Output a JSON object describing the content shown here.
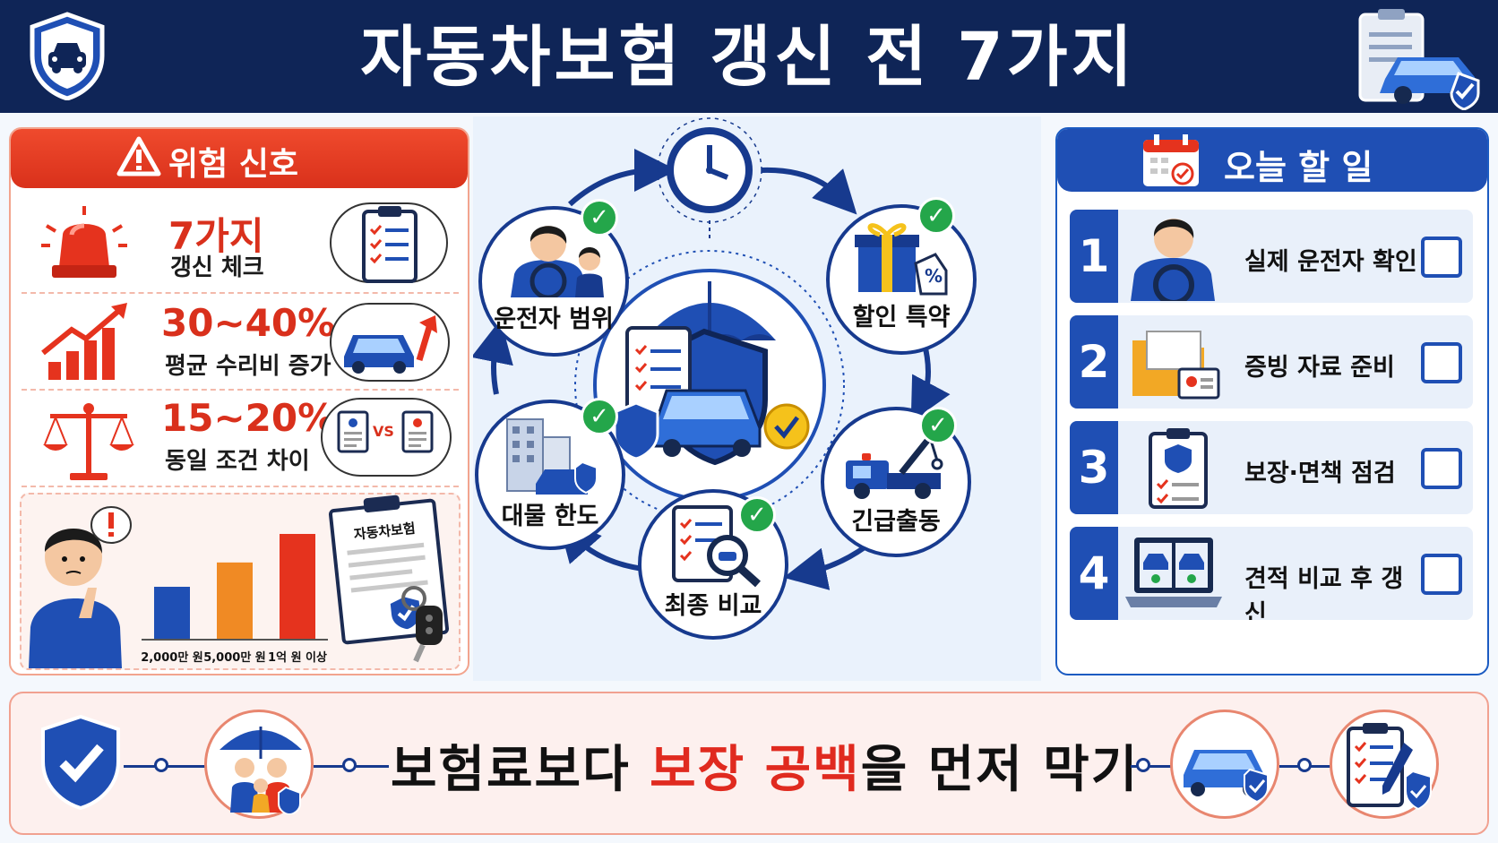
{
  "header": {
    "title": "자동차보험 갱신 전 7가지"
  },
  "risk_panel": {
    "title": "위험 신호",
    "rows": [
      {
        "value": "7가지",
        "caption": "갱신 체크"
      },
      {
        "value": "30~40%",
        "caption": "평균 수리비 증가"
      },
      {
        "value": "15~20%",
        "caption": "동일 조건 차이"
      }
    ],
    "vs_label": "VS",
    "bar_chart": {
      "categories": [
        "2,000만 원",
        "5,000만 원",
        "1억 원 이상"
      ],
      "relative_heights": [
        0.5,
        0.73,
        1.0
      ],
      "colors": [
        "#1f4fb4",
        "#f08a24",
        "#e5331e"
      ]
    },
    "clipboard_label": "자동차보험"
  },
  "cycle": {
    "nodes": [
      {
        "label": "운전자 범위"
      },
      {
        "label": "할인 특약"
      },
      {
        "label": "긴급출동"
      },
      {
        "label": "최종 비교"
      },
      {
        "label": "대물 한도"
      }
    ],
    "percent_tag": "%"
  },
  "todo_panel": {
    "title": "오늘 할 일",
    "tasks": [
      {
        "num": "1",
        "label": "실제 운전자 확인"
      },
      {
        "num": "2",
        "label": "증빙 자료 준비"
      },
      {
        "num": "3",
        "label": "보장·면책 점검"
      },
      {
        "num": "4",
        "label": "견적 비교 후 갱신"
      }
    ]
  },
  "footer": {
    "slogan_before": "보험료보다 ",
    "slogan_highlight": "보장 공백",
    "slogan_after": "을 먼저 막기"
  },
  "colors": {
    "navy": "#0f2557",
    "blue": "#1f4fb4",
    "red": "#e02a1f",
    "orange": "#f08a24",
    "green": "#24a64a"
  }
}
